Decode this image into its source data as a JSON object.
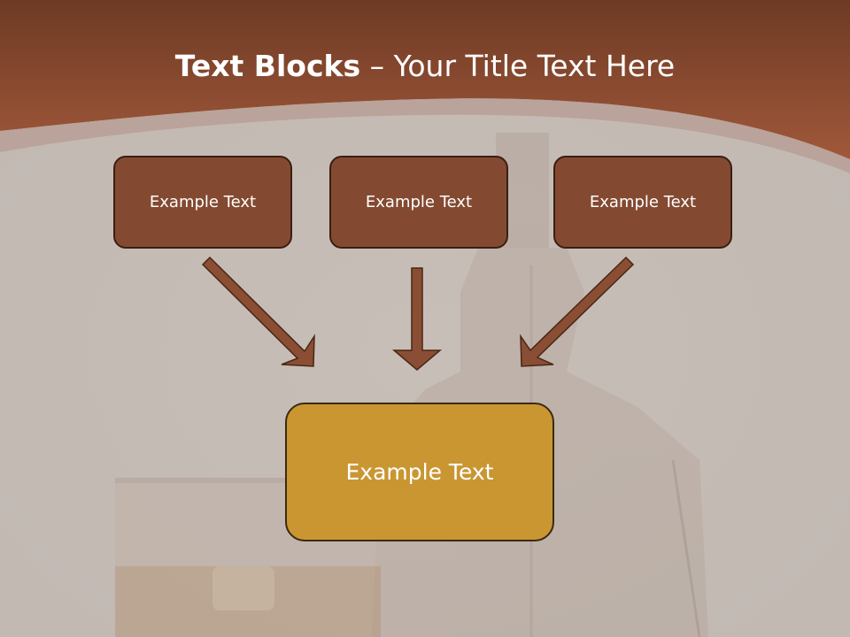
{
  "slide": {
    "title_bold": "Text Blocks",
    "title_dash": " – ",
    "title_rest": "Your Title Text Here"
  },
  "top_boxes": [
    {
      "label": "Example Text"
    },
    {
      "label": "Example Text"
    },
    {
      "label": "Example Text"
    }
  ],
  "bottom_box": {
    "label": "Example Text"
  },
  "colors": {
    "header": "#8e4a2d",
    "box_top": "#844a31",
    "box_bottom": "#c99632",
    "arrow": "#8a4e34"
  }
}
